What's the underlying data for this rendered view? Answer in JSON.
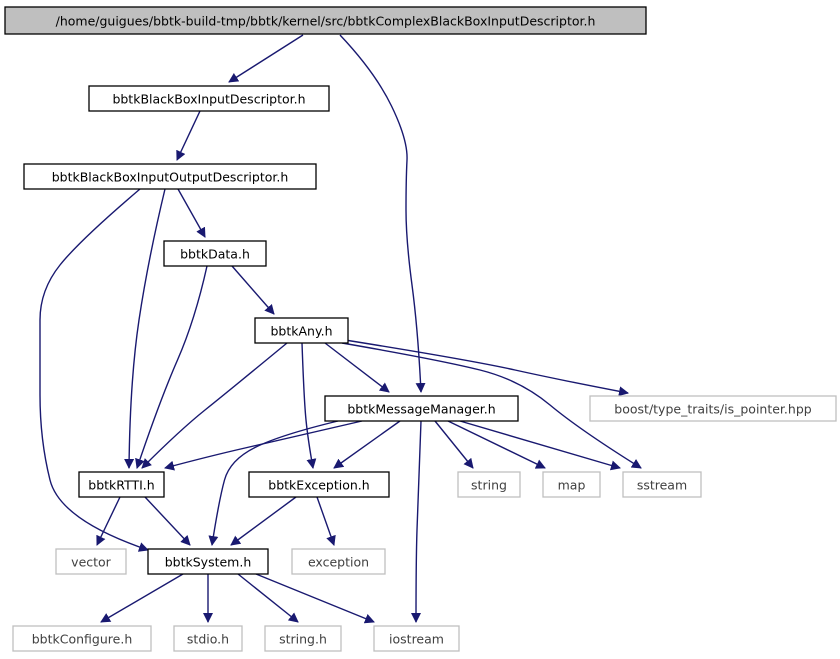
{
  "graph": {
    "nodes": [
      {
        "id": "root",
        "label": "/home/guigues/bbtk-build-tmp/bbtk/kernel/src/bbtkComplexBlackBoxInputDescriptor.h",
        "kind": "root"
      },
      {
        "id": "bbid",
        "label": "bbtkBlackBoxInputDescriptor.h",
        "kind": "local"
      },
      {
        "id": "bbiod",
        "label": "bbtkBlackBoxInputOutputDescriptor.h",
        "kind": "local"
      },
      {
        "id": "data",
        "label": "bbtkData.h",
        "kind": "local"
      },
      {
        "id": "any",
        "label": "bbtkAny.h",
        "kind": "local"
      },
      {
        "id": "msg",
        "label": "bbtkMessageManager.h",
        "kind": "local"
      },
      {
        "id": "rtti",
        "label": "bbtkRTTI.h",
        "kind": "local"
      },
      {
        "id": "exc",
        "label": "bbtkException.h",
        "kind": "local"
      },
      {
        "id": "sys",
        "label": "bbtkSystem.h",
        "kind": "local"
      },
      {
        "id": "boost",
        "label": "boost/type_traits/is_pointer.hpp",
        "kind": "system"
      },
      {
        "id": "string",
        "label": "string",
        "kind": "system"
      },
      {
        "id": "map",
        "label": "map",
        "kind": "system"
      },
      {
        "id": "sstream",
        "label": "sstream",
        "kind": "system"
      },
      {
        "id": "vector",
        "label": "vector",
        "kind": "system"
      },
      {
        "id": "exception",
        "label": "exception",
        "kind": "system"
      },
      {
        "id": "conf",
        "label": "bbtkConfigure.h",
        "kind": "system"
      },
      {
        "id": "stdio",
        "label": "stdio.h",
        "kind": "system"
      },
      {
        "id": "stringh",
        "label": "string.h",
        "kind": "system"
      },
      {
        "id": "iostream",
        "label": "iostream",
        "kind": "system"
      }
    ],
    "edges": [
      [
        "root",
        "bbid"
      ],
      [
        "root",
        "msg"
      ],
      [
        "bbid",
        "bbiod"
      ],
      [
        "bbiod",
        "data"
      ],
      [
        "bbiod",
        "rtti"
      ],
      [
        "bbiod",
        "sys"
      ],
      [
        "data",
        "any"
      ],
      [
        "data",
        "rtti"
      ],
      [
        "any",
        "msg"
      ],
      [
        "any",
        "boost"
      ],
      [
        "any",
        "sstream"
      ],
      [
        "any",
        "rtti"
      ],
      [
        "any",
        "exc"
      ],
      [
        "msg",
        "rtti"
      ],
      [
        "msg",
        "exc"
      ],
      [
        "msg",
        "sys"
      ],
      [
        "msg",
        "string"
      ],
      [
        "msg",
        "map"
      ],
      [
        "msg",
        "sstream"
      ],
      [
        "msg",
        "iostream"
      ],
      [
        "rtti",
        "vector"
      ],
      [
        "rtti",
        "sys"
      ],
      [
        "exc",
        "sys"
      ],
      [
        "exc",
        "exception"
      ],
      [
        "sys",
        "conf"
      ],
      [
        "sys",
        "stdio"
      ],
      [
        "sys",
        "stringh"
      ],
      [
        "sys",
        "iostream"
      ]
    ]
  },
  "colors": {
    "edge": "#191970",
    "root_fill": "#bfbfbf",
    "local_border": "#000000",
    "system_border": "#bfbfbf",
    "text": "#000000"
  }
}
